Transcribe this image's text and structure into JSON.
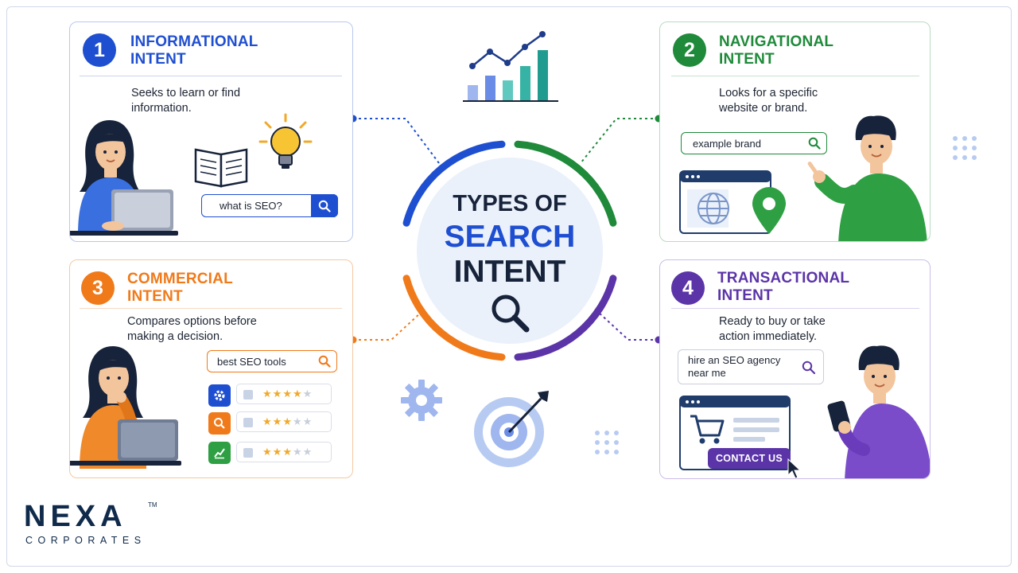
{
  "hub": {
    "line1": "TYPES OF",
    "line2": "SEARCH",
    "line3": "INTENT"
  },
  "cards": [
    {
      "number": "1",
      "title": "INFORMATIONAL\nINTENT",
      "description": "Seeks to learn or find\ninformation.",
      "search": "what is SEO?",
      "color": "#1f4fd1"
    },
    {
      "number": "2",
      "title": "NAVIGATIONAL\nINTENT",
      "description": "Looks for a specific\nwebsite or brand.",
      "search": "example brand",
      "color": "#1e8a3a"
    },
    {
      "number": "3",
      "title": "COMMERCIAL\nINTENT",
      "description": "Compares options before\nmaking a decision.",
      "search": "best SEO tools",
      "color": "#f07a1a",
      "ratings": [
        4,
        3,
        3
      ]
    },
    {
      "number": "4",
      "title": "TRANSACTIONAL\nINTENT",
      "description": "Ready to buy or take\naction immediately.",
      "search": "hire an SEO agency\nnear me",
      "color": "#5b34a8",
      "cta": "CONTACT US"
    }
  ],
  "logo": {
    "name": "NEXA",
    "tm": "TM",
    "tagline": "CORPORATES"
  }
}
